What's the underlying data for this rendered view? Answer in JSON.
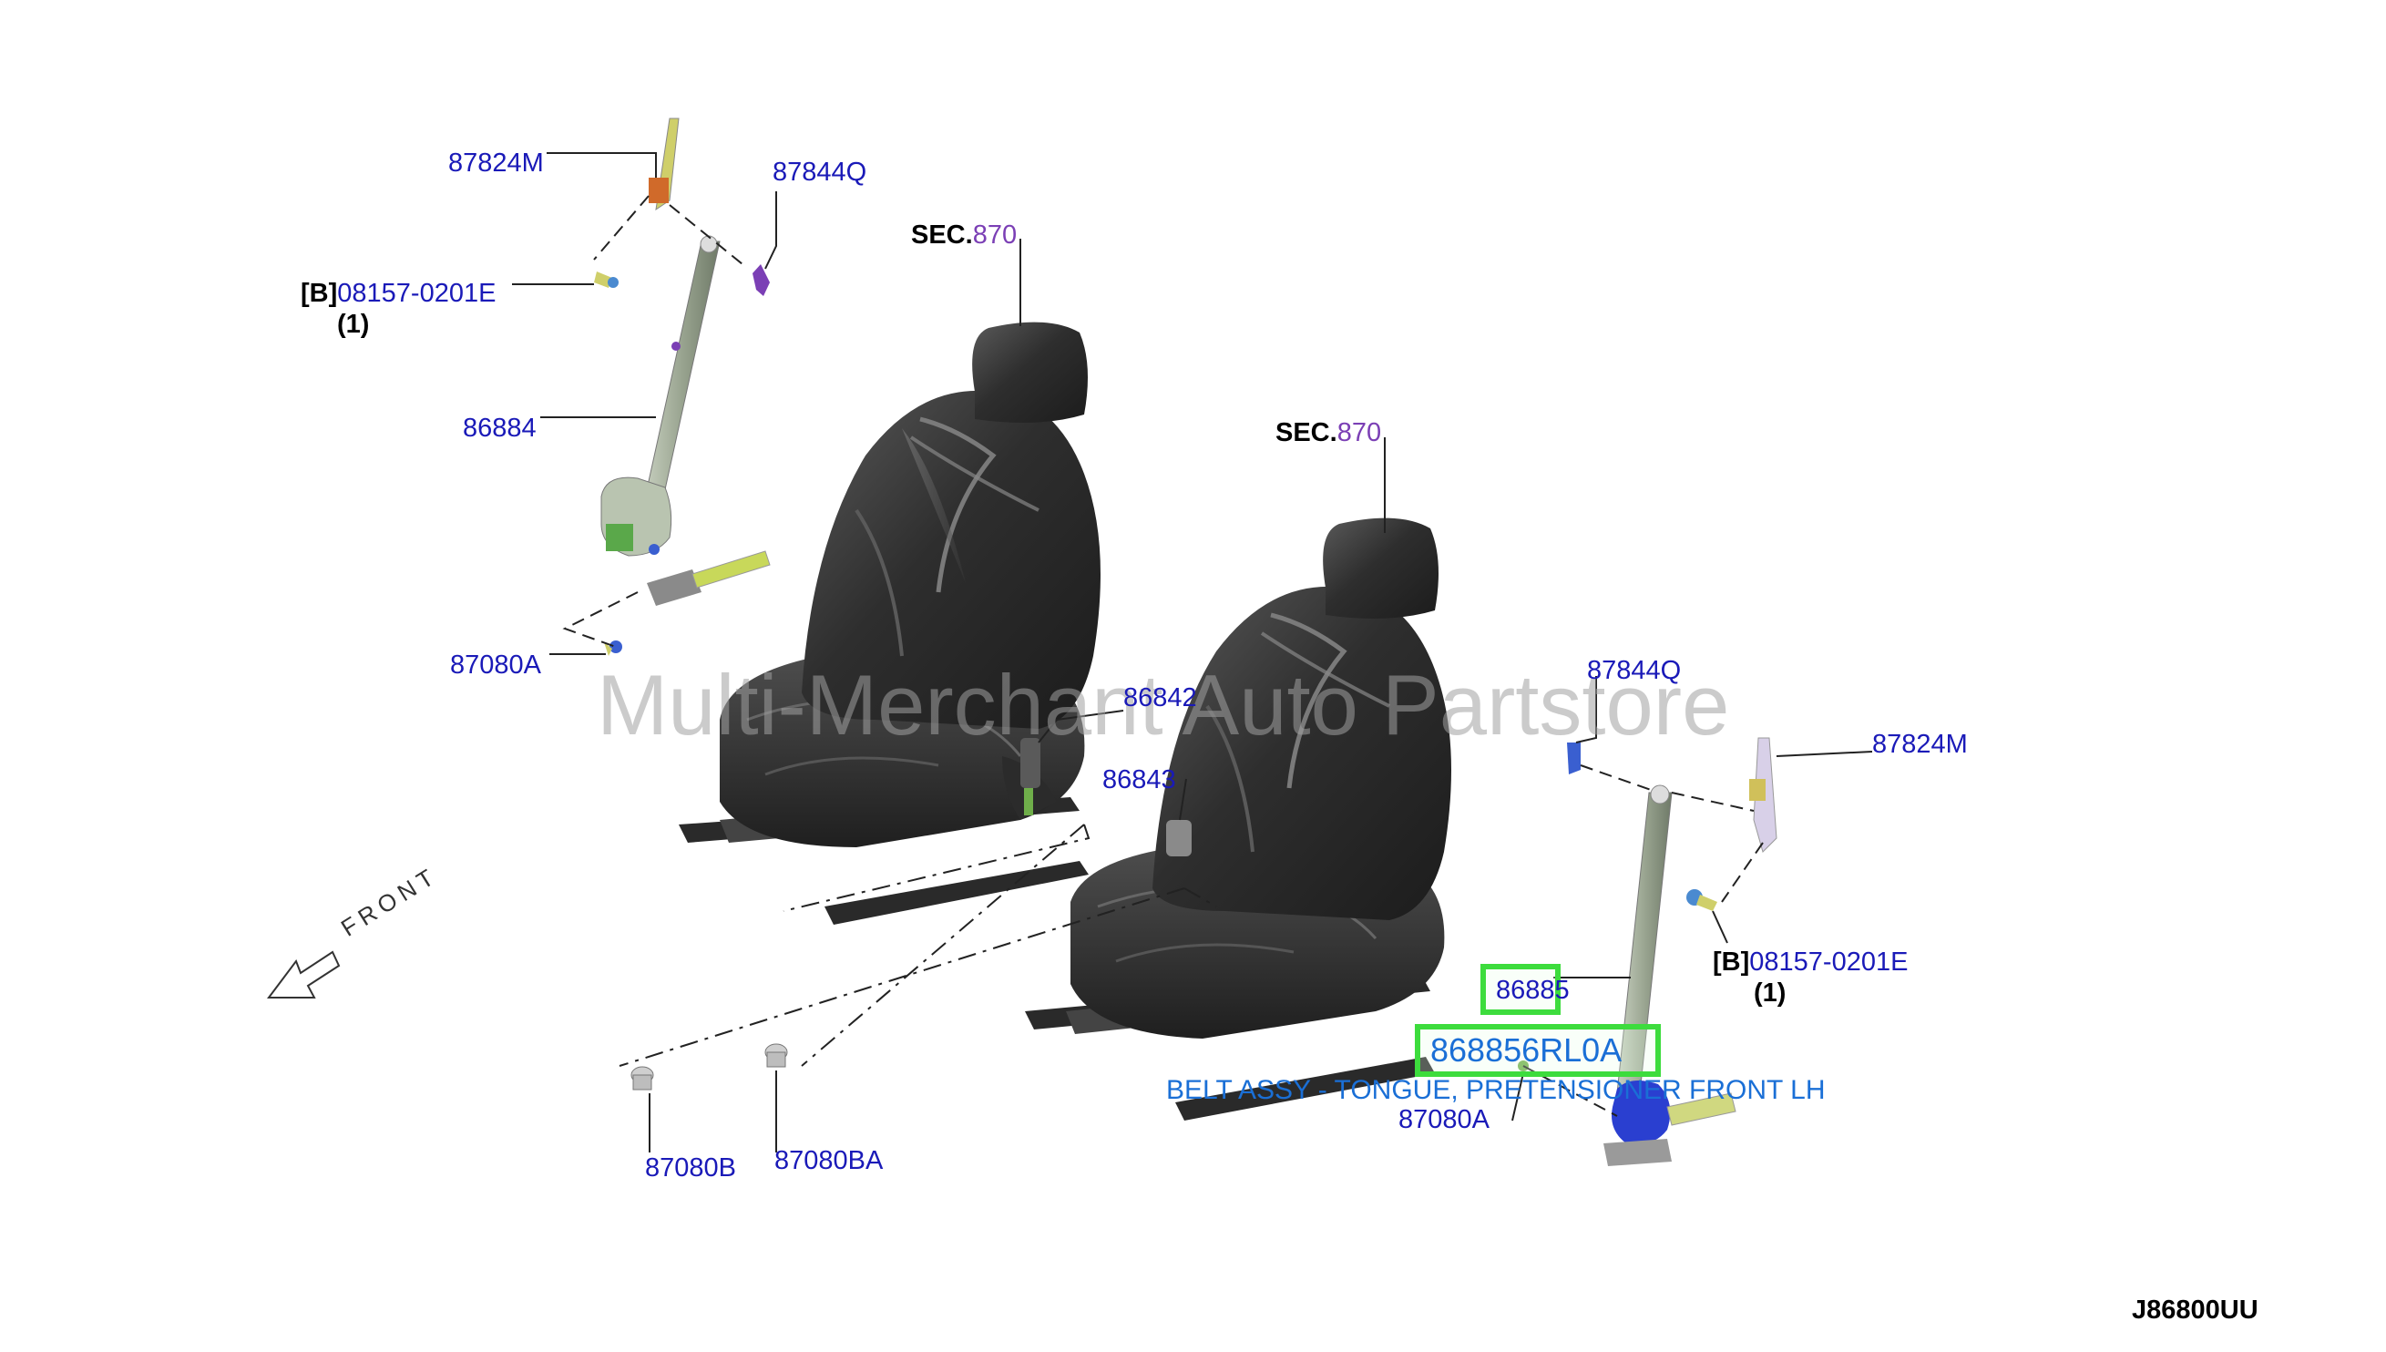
{
  "diagram_code": "J86800UU",
  "watermark": "Multi-Merchant Auto Partstore",
  "front_label": "FRONT",
  "highlight": {
    "part_number": "868856RL0A",
    "description": "BELT ASSY - TONGUE, PRETENSIONER FRONT LH",
    "ref_number": "86885",
    "color": "#3ddc3d"
  },
  "callouts": {
    "rh_87824M": "87824M",
    "rh_87844Q": "87844Q",
    "rh_bolt_prefix": "[B]",
    "rh_bolt": "08157-0201E",
    "rh_bolt_qty": "(1)",
    "rh_86884": "86884",
    "rh_87080A": "87080A",
    "sec1_prefix": "SEC.",
    "sec1_num": "870",
    "sec2_prefix": "SEC.",
    "sec2_num": "870",
    "buckle_86842": "86842",
    "buckle_86843": "86843",
    "lh_87844Q": "87844Q",
    "lh_87824M": "87824M",
    "lh_bolt_prefix": "[B]",
    "lh_bolt": "08157-0201E",
    "lh_bolt_qty": "(1)",
    "lh_87080A": "87080A",
    "floor_87080B": "87080B",
    "floor_87080BA": "87080BA"
  },
  "colors": {
    "callout_text": "#1a1ab8",
    "sec_number": "#7b3fb5",
    "highlight_text": "#1a6fd6",
    "seat_dark": "#3a3a3a"
  }
}
